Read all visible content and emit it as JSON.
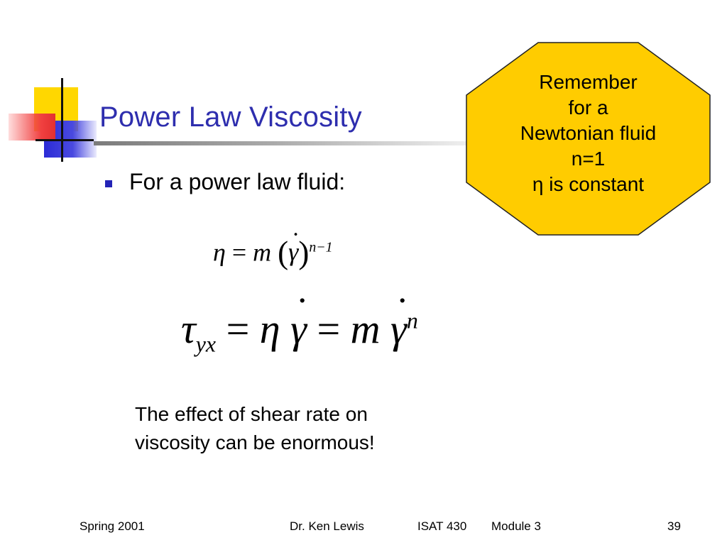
{
  "slide": {
    "title": "Power Law Viscosity",
    "bullet": "For a power law fluid:",
    "equation_1": {
      "lhs": "η",
      "eq": "=",
      "coef": "m",
      "var": "γ",
      "exponent": "n−1"
    },
    "equation_2": {
      "lhs": "τ",
      "lhs_sub": "yx",
      "eq": "=",
      "mid": "η",
      "var": "γ",
      "coef": "m",
      "exponent": "n"
    },
    "note_lines": [
      "The effect of shear rate on",
      "viscosity can be enormous!"
    ],
    "callout_lines": [
      "Remember",
      "for a",
      "Newtonian fluid",
      "n=1",
      "η is constant"
    ],
    "callout_color": "#ffcc00",
    "title_color": "#2e2eae"
  },
  "footer": {
    "date": "Spring 2001",
    "author": "Dr. Ken Lewis",
    "course": "ISAT 430",
    "module": "Module 3",
    "page": "39"
  }
}
